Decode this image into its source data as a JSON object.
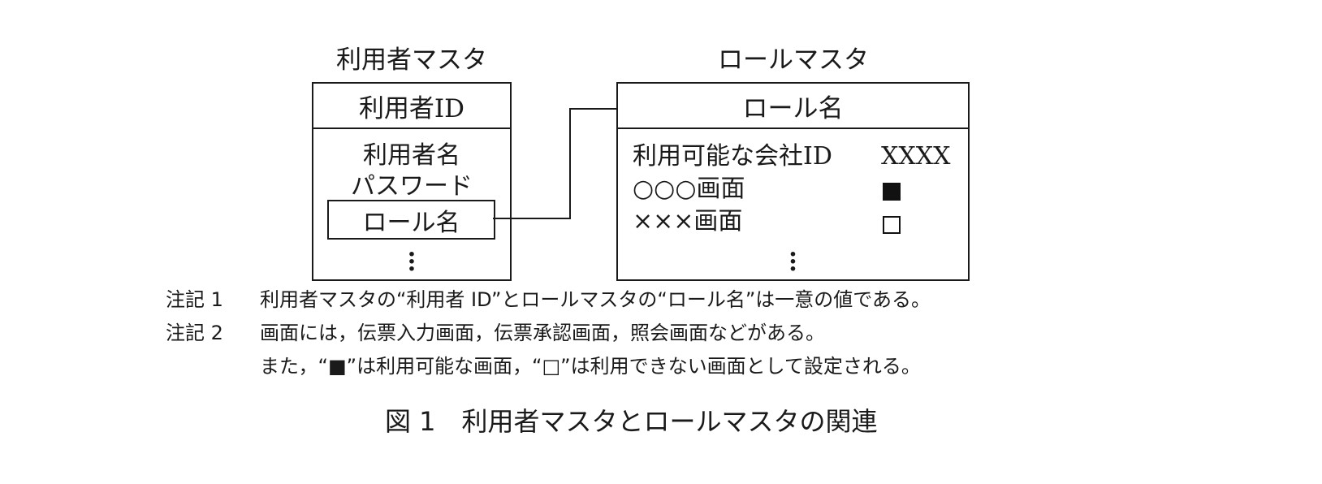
{
  "user_master": {
    "title": "利用者マスタ",
    "key_field": "利用者ID",
    "fields": [
      "利用者名",
      "パスワード"
    ],
    "foreign_key_field": "ロール名",
    "more": "⋮"
  },
  "role_master": {
    "title": "ロールマスタ",
    "key_field": "ロール名",
    "rows": [
      {
        "label": "利用可能な会社ID",
        "value": "XXXX",
        "value_type": "text"
      },
      {
        "label": "○○○画面",
        "value": "■",
        "value_type": "filled-square"
      },
      {
        "label": "×××画面",
        "value": "□",
        "value_type": "empty-square"
      }
    ],
    "more": "⋮"
  },
  "notes": [
    {
      "label": "注記 1",
      "text": "利用者マスタの“利用者 ID”とロールマスタの“ロール名”は一意の値である。"
    },
    {
      "label": "注記 2",
      "text": "画面には，伝票入力画面，伝票承認画面，照会画面などがある。"
    },
    {
      "label": "",
      "text": "また，“■”は利用可能な画面，“□”は利用できない画面として設定される。"
    }
  ],
  "caption": "図 1　利用者マスタとロールマスタの関連"
}
